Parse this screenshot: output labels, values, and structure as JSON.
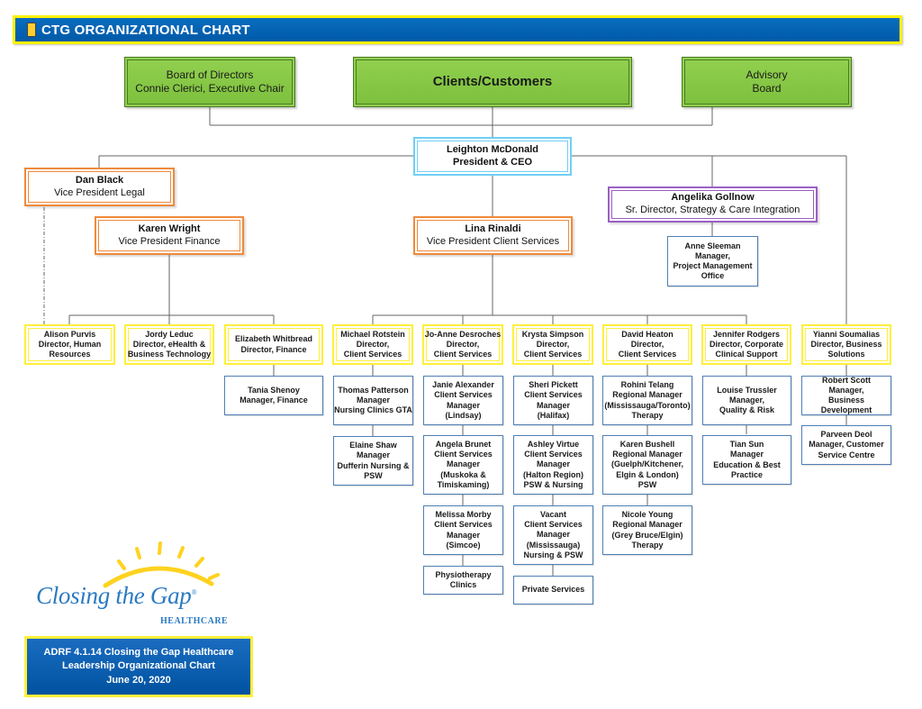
{
  "header": {
    "title": "CTG ORGANIZATIONAL CHART",
    "icon": "document-icon"
  },
  "top_boxes": {
    "board": {
      "line1": "Board of Directors",
      "line2": "Connie Clerici, Executive Chair"
    },
    "clients": {
      "line1": "Clients/Customers"
    },
    "advisory": {
      "line1": "Advisory",
      "line2": "Board"
    }
  },
  "ceo": {
    "name": "Leighton McDonald",
    "title": "President & CEO"
  },
  "vps": {
    "legal": {
      "name": "Dan Black",
      "title": "Vice President Legal"
    },
    "finance": {
      "name": "Karen Wright",
      "title": "Vice President Finance"
    },
    "client_services": {
      "name": "Lina Rinaldi",
      "title": "Vice President Client Services"
    },
    "strategy": {
      "name": "Angelika Gollnow",
      "title": "Sr. Director, Strategy & Care Integration"
    }
  },
  "strategy_reports": [
    {
      "lines": [
        "Anne Sleeman",
        "Manager,",
        "Project Management",
        "Office"
      ]
    }
  ],
  "directors": [
    {
      "lines": [
        "Alison Purvis",
        "Director, Human",
        "Resources"
      ],
      "reports": []
    },
    {
      "lines": [
        "Jordy Leduc",
        "Director, eHealth &",
        "Business Technology"
      ],
      "reports": []
    },
    {
      "lines": [
        "Elizabeth Whitbread",
        "Director, Finance"
      ],
      "reports": [
        {
          "lines": [
            "Tania Shenoy",
            "Manager, Finance"
          ]
        }
      ]
    },
    {
      "lines": [
        "Michael Rotstein",
        "Director,",
        "Client Services"
      ],
      "reports": [
        {
          "lines": [
            "Thomas Patterson",
            "Manager",
            "Nursing Clinics GTA"
          ]
        },
        {
          "lines": [
            "Elaine Shaw",
            "Manager",
            "Dufferin Nursing &",
            "PSW"
          ]
        }
      ]
    },
    {
      "lines": [
        "Jo-Anne Desroches",
        "Director,",
        "Client Services"
      ],
      "reports": [
        {
          "lines": [
            "Janie Alexander",
            "Client Services",
            "Manager",
            "(Lindsay)"
          ]
        },
        {
          "lines": [
            "Angela Brunet",
            "Client Services",
            "Manager",
            "(Muskoka &",
            "Timiskaming)"
          ]
        },
        {
          "lines": [
            "Melissa Morby",
            "Client Services",
            "Manager",
            "(Simcoe)"
          ]
        },
        {
          "lines": [
            "Physiotherapy",
            "Clinics"
          ]
        }
      ]
    },
    {
      "lines": [
        "Krysta Simpson",
        "Director,",
        "Client Services"
      ],
      "reports": [
        {
          "lines": [
            "Sheri Pickett",
            "Client Services",
            "Manager",
            "(Halifax)"
          ]
        },
        {
          "lines": [
            "Ashley Virtue",
            "Client Services",
            "Manager",
            "(Halton Region)",
            "PSW & Nursing"
          ]
        },
        {
          "lines": [
            "Vacant",
            "Client Services",
            "Manager",
            "(Mississauga)",
            "Nursing & PSW"
          ]
        },
        {
          "lines": [
            "Private Services"
          ]
        }
      ]
    },
    {
      "lines": [
        "David Heaton",
        "Director,",
        "Client Services"
      ],
      "reports": [
        {
          "lines": [
            "Rohini Telang",
            "Regional Manager",
            "(Mississauga/Toronto)",
            "Therapy"
          ]
        },
        {
          "lines": [
            "Karen Bushell",
            "Regional Manager",
            "(Guelph/Kitchener,",
            "Elgin & London)",
            "PSW"
          ]
        },
        {
          "lines": [
            "Nicole Young",
            "Regional Manager",
            "(Grey Bruce/Elgin)",
            "Therapy"
          ]
        }
      ]
    },
    {
      "lines": [
        "Jennifer Rodgers",
        "Director, Corporate",
        "Clinical  Support"
      ],
      "reports": [
        {
          "lines": [
            "Louise Trussler",
            "Manager,",
            "Quality & Risk"
          ]
        },
        {
          "lines": [
            "Tian Sun",
            "Manager",
            "Education & Best",
            "Practice"
          ]
        }
      ]
    },
    {
      "lines": [
        "Yianni Soumalias",
        "Director, Business",
        "Solutions"
      ],
      "reports": [
        {
          "lines": [
            "Robert Scott",
            "Manager,",
            "Business Development"
          ]
        },
        {
          "lines": [
            "Parveen Deol",
            "Manager, Customer",
            "Service Centre"
          ]
        }
      ]
    }
  ],
  "logo": {
    "wordmark": "Closing the Gap",
    "registered": "®",
    "subtitle": "HEALTHCARE",
    "sun_color": "#ffd21f",
    "text_color": "#2b7ac1"
  },
  "caption": {
    "line1": "ADRF 4.1.14 Closing the Gap Healthcare",
    "line2": "Leadership Organizational Chart",
    "line3": "June 20, 2020"
  },
  "colors": {
    "header_bg": "#0a6dbf",
    "header_border": "#ffef00",
    "green_box": "#92d050",
    "ceo_border": "#70cff5",
    "vp_border": "#ef8a3c",
    "sr_director_border": "#9c5fc4",
    "director_border": "#ffef3a",
    "manager_border": "#4f7fb5",
    "connector": "#666666"
  }
}
